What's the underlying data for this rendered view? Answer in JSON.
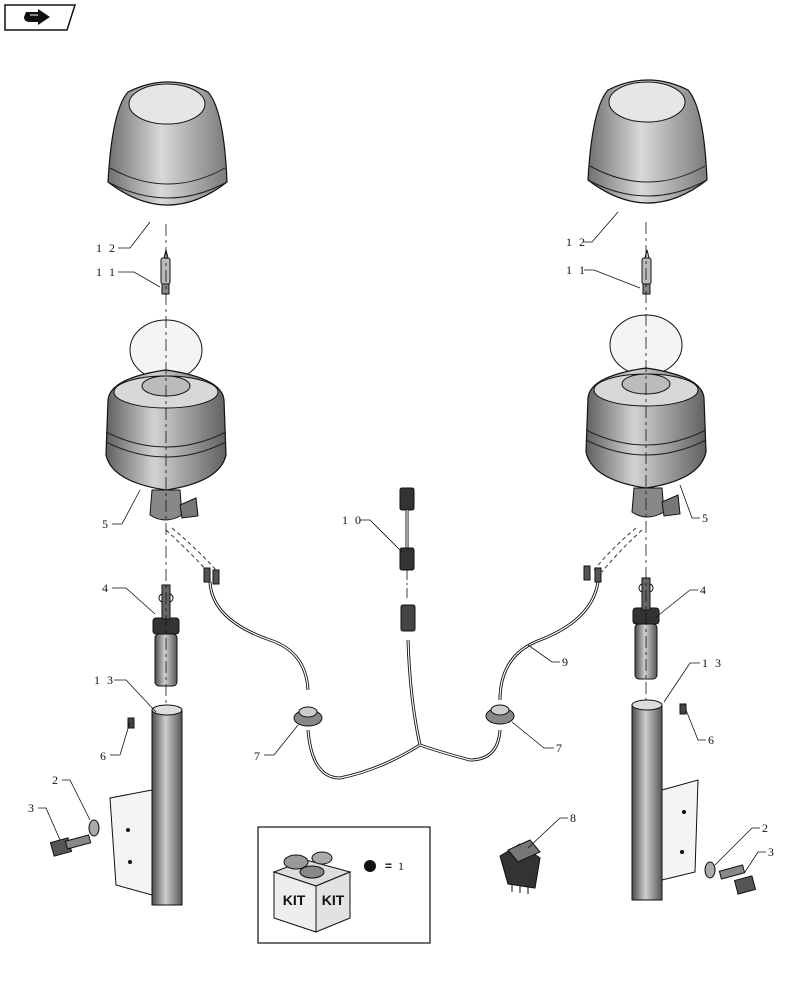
{
  "nav": {
    "icon": "back-arrow-icon"
  },
  "callouts": {
    "c12_left": "1 2",
    "c11_left": "1 1",
    "c5_left": "5",
    "c4_left": "4",
    "c13_left": "1 3",
    "c6_left": "6",
    "c2_left": "2",
    "c3_left": "3",
    "c10": "1 0",
    "c7_left": "7",
    "c7_right": "7",
    "c9": "9",
    "c8": "8",
    "c12_right": "1 2",
    "c11_right": "1 1",
    "c5_right": "5",
    "c4_right": "4",
    "c13_right": "1 3",
    "c6_right": "6",
    "c2_right": "2",
    "c3_right": "3"
  },
  "kit": {
    "box_text_1": "KIT",
    "box_text_2": "KIT",
    "legend_equals": "=",
    "legend_value": "1"
  }
}
